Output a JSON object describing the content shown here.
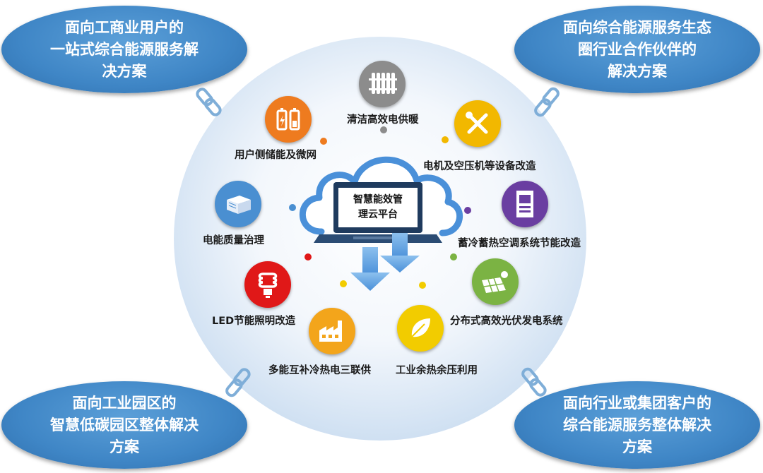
{
  "corners": {
    "top_left": "面向工商业用户的\n一站式综合能源服务解\n决方案",
    "top_right": "面向综合能源服务生态\n圈行业合作伙伴的\n解决方案",
    "bottom_left": "面向工业园区的\n智慧低碳园区整体解决\n方案",
    "bottom_right": "面向行业或集团客户的\n综合能源服务整体解决\n方案"
  },
  "center": {
    "platform": "智慧能效管\n理云平台"
  },
  "services": [
    {
      "label": "清洁高效电供暖",
      "icon": "radiator-icon",
      "color": "#8c8c8c"
    },
    {
      "label": "电机及空压机等设备改造",
      "icon": "tools-icon",
      "color": "#f2b800"
    },
    {
      "label": "蓄冷蓄热空调系统节能改造",
      "icon": "cabinet-icon",
      "color": "#6a3ea1"
    },
    {
      "label": "分布式高效光伏发电系统",
      "icon": "solar-panel-icon",
      "color": "#7bb343"
    },
    {
      "label": "工业余热余压利用",
      "icon": "leaf-icon",
      "color": "#f2cc00"
    },
    {
      "label": "多能互补冷热电三联供",
      "icon": "factory-icon",
      "color": "#f3a51b"
    },
    {
      "label": "LED节能照明改造",
      "icon": "bulb-icon",
      "color": "#e01818"
    },
    {
      "label": "电能质量治理",
      "icon": "server-box-icon",
      "color": "#4a8fd1"
    },
    {
      "label": "用户侧储能及微网",
      "icon": "battery-icon",
      "color": "#ee7b1f"
    }
  ]
}
